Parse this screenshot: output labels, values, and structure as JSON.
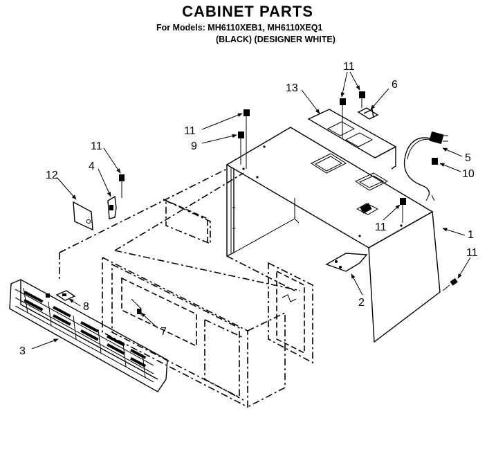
{
  "header": {
    "title": "CABINET PARTS",
    "models_line": "For Models: MH6110XEB1, MH6110XEQ1",
    "colors_line": "(BLACK)  (DESIGNER WHITE)"
  },
  "callouts": [
    {
      "id": "1",
      "text": "1"
    },
    {
      "id": "2",
      "text": "2"
    },
    {
      "id": "3",
      "text": "3"
    },
    {
      "id": "4",
      "text": "4"
    },
    {
      "id": "5",
      "text": "5"
    },
    {
      "id": "6",
      "text": "6"
    },
    {
      "id": "7",
      "text": "7"
    },
    {
      "id": "8",
      "text": "8"
    },
    {
      "id": "9",
      "text": "9"
    },
    {
      "id": "10",
      "text": "10"
    },
    {
      "id": "11",
      "text": "11"
    },
    {
      "id": "12",
      "text": "12"
    },
    {
      "id": "13",
      "text": "13"
    }
  ]
}
